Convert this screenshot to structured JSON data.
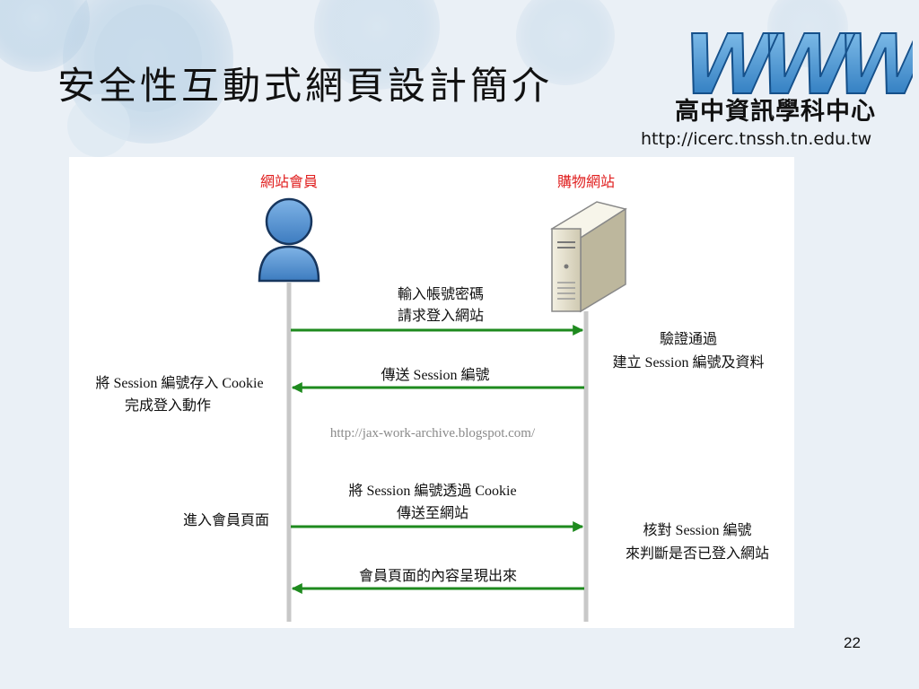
{
  "slide": {
    "title": "安全性互動式網頁設計簡介",
    "page_number": "22"
  },
  "logo": {
    "mark_text": "WWW",
    "title": "高中資訊學科中心",
    "url": "http://icerc.tnssh.tn.edu.tw"
  },
  "diagram": {
    "actor_left": "網站會員",
    "actor_right": "購物網站",
    "watermark": "http://jax-work-archive.blogspot.com/",
    "messages": [
      {
        "line1": "輸入帳號密碼",
        "line2": "請求登入網站",
        "direction": "right"
      },
      {
        "line1": "傳送 Session 編號",
        "line2": "",
        "direction": "left"
      },
      {
        "line1": "將 Session 編號透過 Cookie",
        "line2": "傳送至網站",
        "direction": "right"
      },
      {
        "line1": "會員頁面的內容呈現出來",
        "line2": "",
        "direction": "left"
      }
    ],
    "notes": {
      "server_1_line1": "驗證通過",
      "server_1_line2": "建立 Session 編號及資料",
      "client_1_line1": "將 Session 編號存入 Cookie",
      "client_1_line2": "完成登入動作",
      "client_2": "進入會員頁面",
      "server_2_line1": "核對 Session 編號",
      "server_2_line2": "來判斷是否已登入網站"
    }
  },
  "colors": {
    "arrow": "#1e8a1e",
    "actor_label": "#e02020",
    "lifeline": "#c8c8c8",
    "user_icon": "#4f8fd0"
  }
}
